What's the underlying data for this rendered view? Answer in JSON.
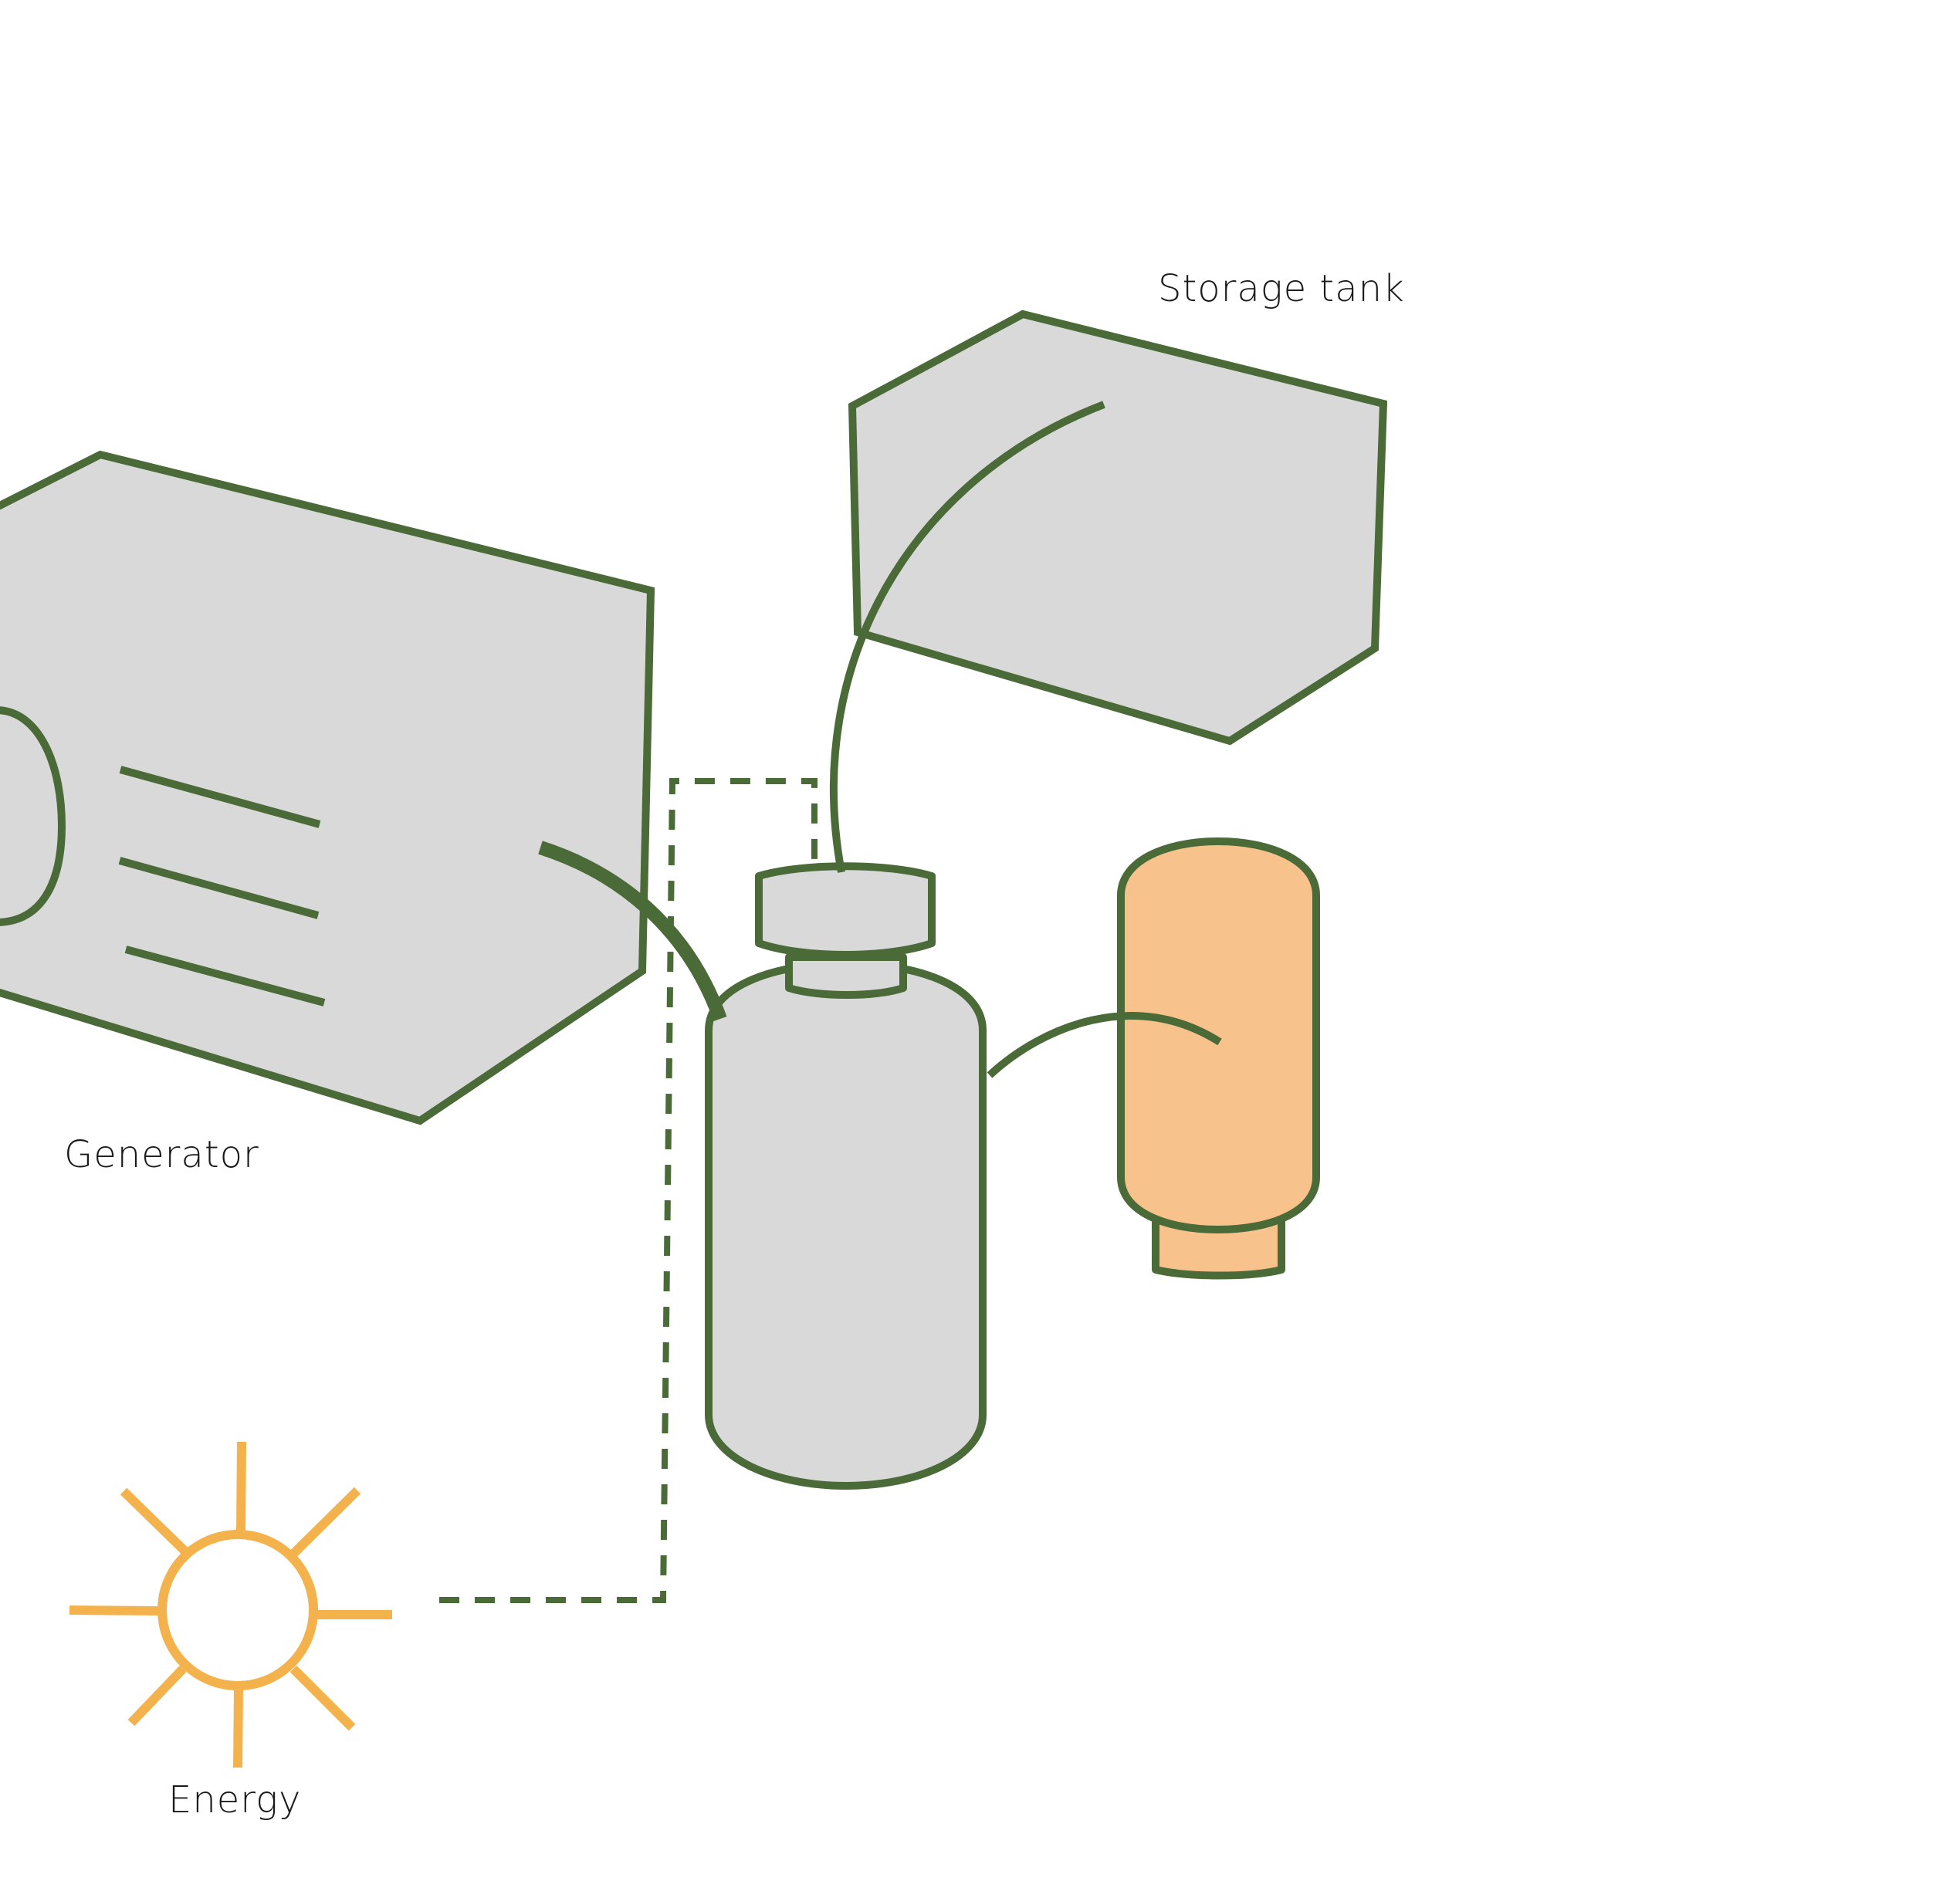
{
  "labels": {
    "storage_tank": "Storage tank",
    "generator": "Generator",
    "energy": "Energy"
  },
  "colors": {
    "outline": "#4a6a37",
    "fill_gray": "#d9d9d9",
    "fill_orange": "#f8c28c",
    "sun": "#f4b24c",
    "text": "#1a1a1a",
    "background": "#ffffff"
  },
  "icons": {
    "sun": "sun-icon"
  }
}
